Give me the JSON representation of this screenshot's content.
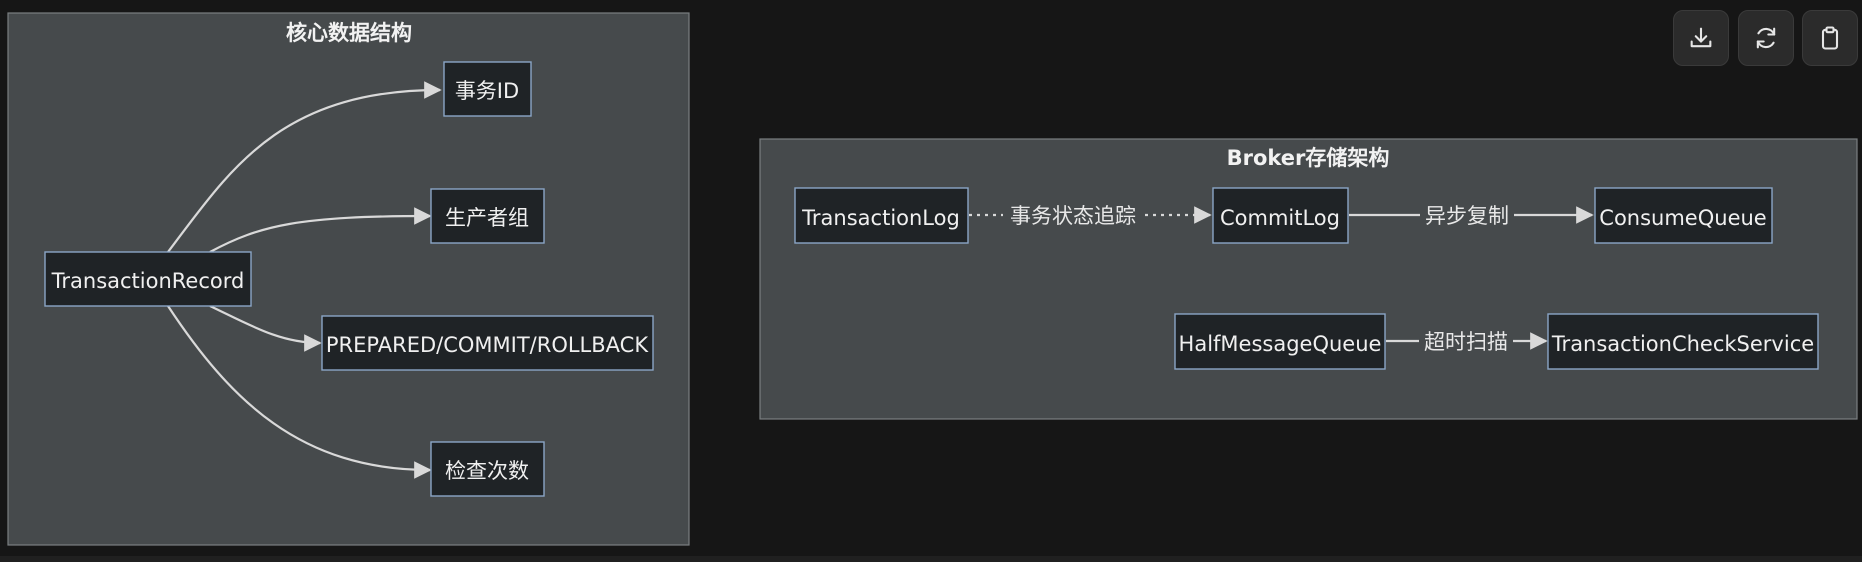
{
  "clusters": {
    "core": {
      "title": "核心数据结构"
    },
    "broker": {
      "title": "Broker存储架构"
    }
  },
  "nodes": {
    "transaction_record": "TransactionRecord",
    "transaction_id": "事务ID",
    "producer_group": "生产者组",
    "state": "PREPARED/COMMIT/ROLLBACK",
    "check_count": "检查次数",
    "transaction_log": "TransactionLog",
    "commit_log": "CommitLog",
    "consume_queue": "ConsumeQueue",
    "half_message_queue": "HalfMessageQueue",
    "transaction_check_service": "TransactionCheckService"
  },
  "edges": {
    "state_tracking": "事务状态追踪",
    "async_replication": "异步复制",
    "timeout_scan": "超时扫描"
  },
  "toolbar": {
    "download_icon": "download-icon",
    "refresh_icon": "refresh-icon",
    "clipboard_icon": "clipboard-icon"
  },
  "colors": {
    "background": "#161616",
    "cluster_fill": "#464a4c",
    "node_fill": "#1f2326",
    "node_border": "#8aa6c7",
    "edge": "#d9d9d9"
  }
}
